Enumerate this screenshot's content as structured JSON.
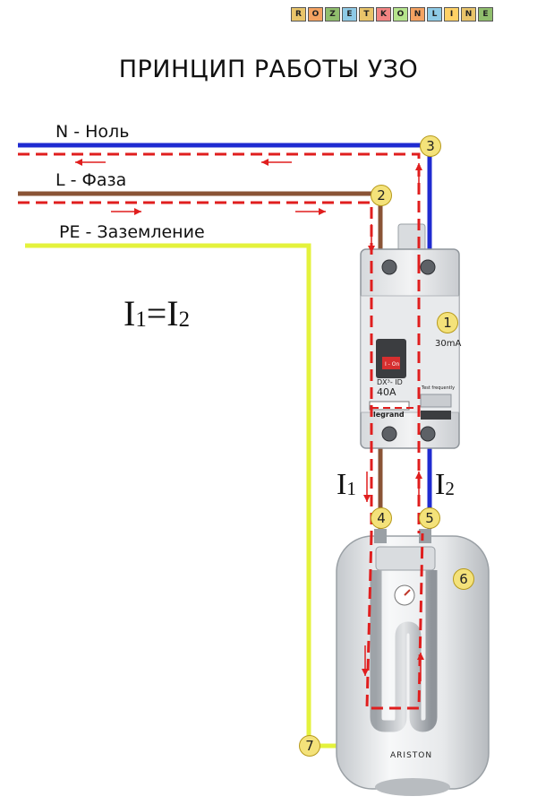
{
  "logo": {
    "letters": [
      "R",
      "O",
      "Z",
      "E",
      "T",
      "K",
      "O",
      "N",
      "L",
      "I",
      "N",
      "E"
    ],
    "colors": [
      "#e9c46a",
      "#f4a261",
      "#90be6d",
      "#8ecae6",
      "#e9c46a",
      "#f28482",
      "#b5e48c",
      "#f4a261",
      "#8ecae6",
      "#ffd166",
      "#e9c46a",
      "#90be6d"
    ]
  },
  "title": "ПРИНЦИП РАБОТЫ УЗО",
  "wires": {
    "neutral": {
      "label": "N - Ноль",
      "color": "#1f2bd1"
    },
    "phase": {
      "label": "L - Фаза",
      "color": "#8a5436"
    },
    "ground": {
      "label": "PE - Заземление",
      "color": "#e4f23c"
    },
    "current_path_color": "#e01e1e"
  },
  "formula": {
    "left": "I",
    "left_sub": "1",
    "eq": "=",
    "right": "I",
    "right_sub": "2"
  },
  "currents": {
    "i1": {
      "main": "I",
      "sub": "1"
    },
    "i2": {
      "main": "I",
      "sub": "2"
    }
  },
  "markers": [
    "1",
    "2",
    "3",
    "4",
    "5",
    "6",
    "7"
  ],
  "rcd": {
    "rating": "40A",
    "model": "DX³- ID",
    "sensitivity": "30mA",
    "brand": "legrand",
    "switch_label": "I - On",
    "test_label": "Test frequently",
    "icon": "rcd-device-icon"
  },
  "heater": {
    "brand": "ARISTON",
    "icon": "water-heater-icon"
  }
}
